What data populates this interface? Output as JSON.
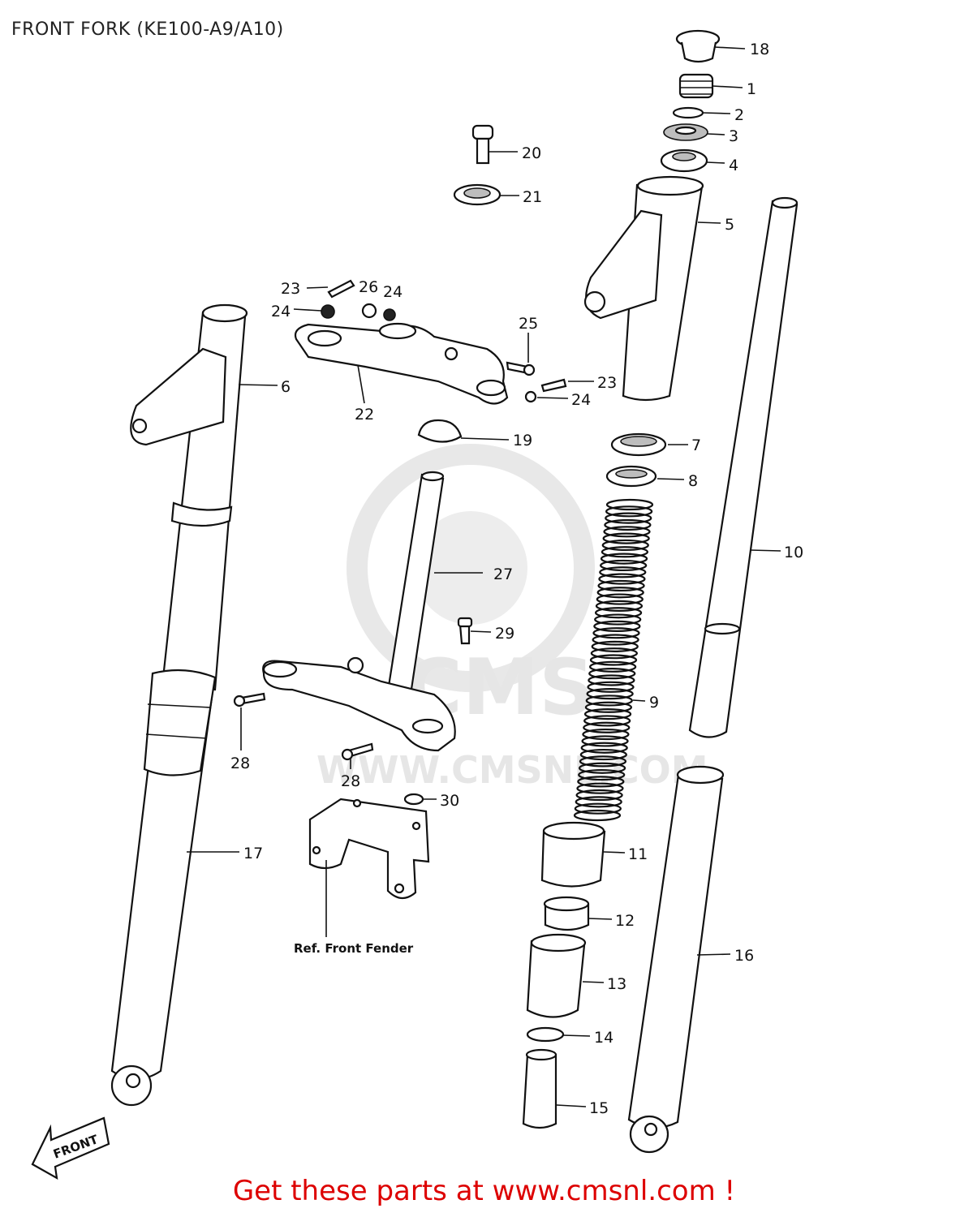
{
  "title": "FRONT FORK (KE100-A9/A10)",
  "footer": "Get these parts at www.cmsnl.com !",
  "watermark": {
    "logo_text": "CMS",
    "url": "WWW.CMSNL.COM"
  },
  "front_arrow": "FRONT",
  "reference_note": "Ref. Front Fender",
  "callouts": {
    "c1": "1",
    "c2": "2",
    "c3": "3",
    "c4": "4",
    "c5": "5",
    "c6": "6",
    "c7": "7",
    "c8": "8",
    "c9": "9",
    "c10": "10",
    "c11": "11",
    "c12": "12",
    "c13": "13",
    "c14": "14",
    "c15": "15",
    "c16": "16",
    "c17": "17",
    "c18": "18",
    "c19": "19",
    "c20": "20",
    "c21": "21",
    "c22": "22",
    "c23a": "23",
    "c23b": "23",
    "c24a": "24",
    "c24b": "24",
    "c24c": "24",
    "c25": "25",
    "c26": "26",
    "c27": "27",
    "c28a": "28",
    "c28b": "28",
    "c29": "29",
    "c30": "30"
  },
  "colors": {
    "footer": "#dd0000",
    "ink": "#111111",
    "watermark": "#e6e6e6"
  }
}
